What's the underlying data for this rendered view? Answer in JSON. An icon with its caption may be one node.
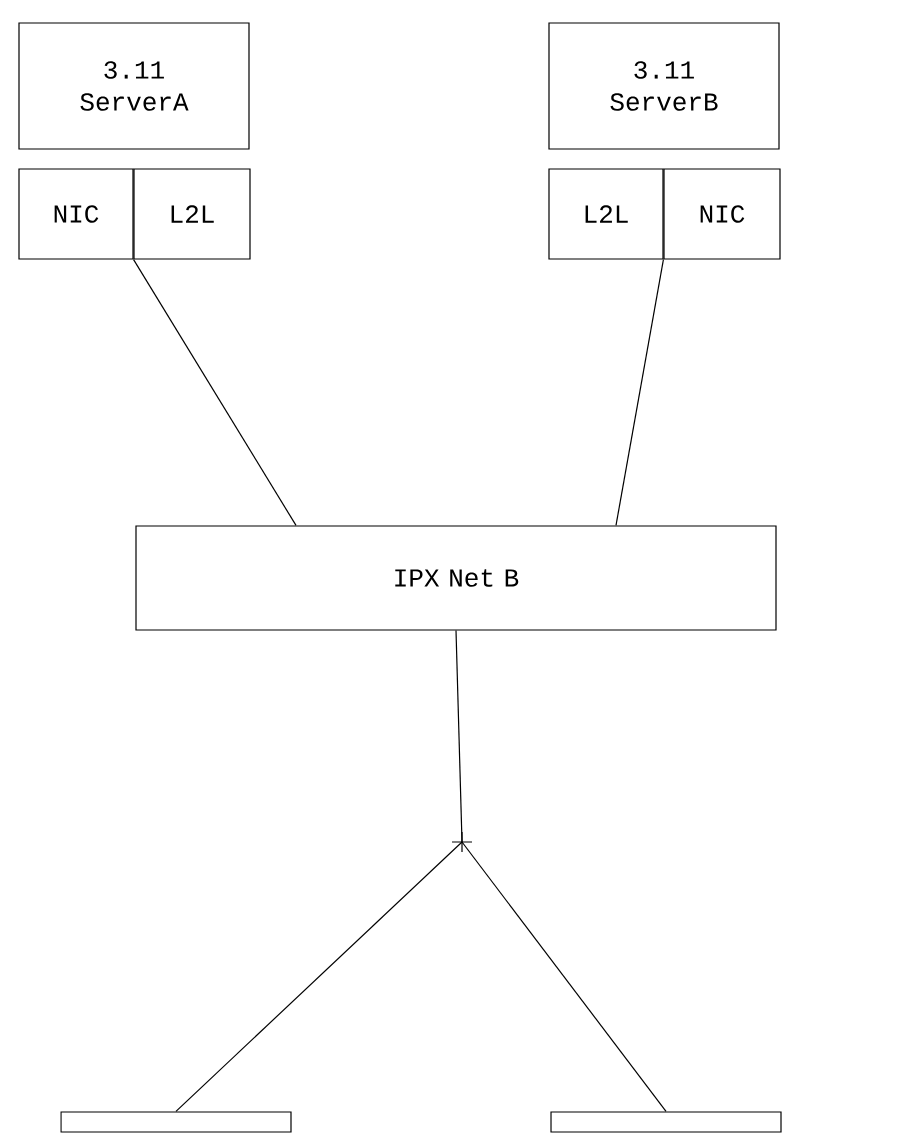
{
  "diagram": {
    "nodes": [
      {
        "text": [
          "3.11 ServerA"
        ]
      },
      {
        "text": [
          "NIC"
        ]
      },
      {
        "text": [
          "L2L"
        ]
      },
      {
        "text": [
          "3.11 ServerB"
        ]
      },
      {
        "text": [
          "L2L"
        ]
      },
      {
        "text": [
          "NIC"
        ]
      },
      {
        "text": [
          "IPX Net B"
        ]
      },
      {
        "text": [],
        "shape": "point"
      },
      {
        "text": [],
        "shape": "box"
      },
      {
        "text": [],
        "shape": "box"
      }
    ],
    "edges": [
      {
        "from": 1,
        "to": 6,
        "arrow": "none"
      },
      {
        "from": 5,
        "to": 6,
        "arrow": "none"
      },
      {
        "from": 6,
        "to": 7,
        "arrow": "none"
      },
      {
        "from": 7,
        "to": 8,
        "arrow": "none"
      },
      {
        "from": 7,
        "to": 9,
        "arrow": "none"
      }
    ]
  }
}
